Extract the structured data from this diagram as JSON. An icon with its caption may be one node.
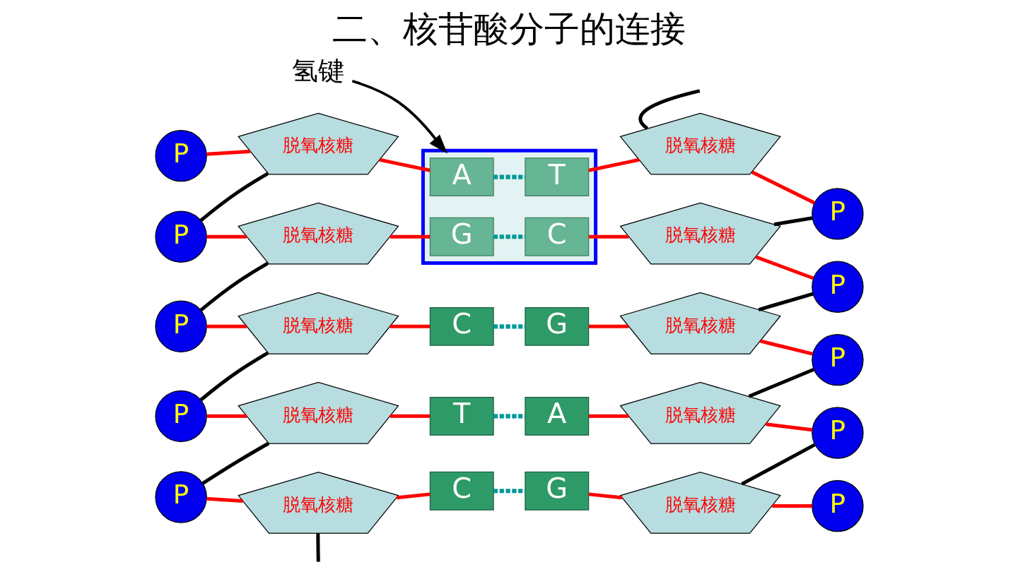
{
  "diagram": {
    "title": "二、核苷酸分子的连接",
    "nodes": [
      {
        "text": [
          "氢键"
        ]
      },
      {
        "text": [],
        "shape": "box"
      },
      {
        "text": [
          "A"
        ],
        "in": 1
      },
      {
        "text": [
          "T"
        ],
        "in": 1
      },
      {
        "text": [
          "G"
        ],
        "in": 1
      },
      {
        "text": [
          "C"
        ],
        "in": 1
      },
      {
        "text": [
          "P"
        ]
      },
      {
        "text": [
          "脱氧核糖"
        ]
      },
      {
        "text": [
          "P"
        ]
      },
      {
        "text": [
          "脱氧核糖"
        ]
      },
      {
        "text": [
          "P"
        ]
      },
      {
        "text": [
          "脱氧核糖"
        ]
      },
      {
        "text": [
          "P"
        ]
      },
      {
        "text": [
          "脱氧核糖"
        ]
      },
      {
        "text": [
          "P"
        ]
      },
      {
        "text": [
          "脱氧核糖"
        ]
      },
      {
        "text": [
          "C"
        ]
      },
      {
        "text": [
          "G"
        ]
      },
      {
        "text": [
          "T"
        ]
      },
      {
        "text": [
          "A"
        ]
      },
      {
        "text": [
          "C"
        ]
      },
      {
        "text": [
          "G"
        ]
      },
      {
        "text": [
          "脱氧核糖"
        ]
      },
      {
        "text": [
          "P"
        ]
      },
      {
        "text": [
          "脱氧核糖"
        ]
      },
      {
        "text": [
          "P"
        ]
      },
      {
        "text": [
          "脱氧核糖"
        ]
      },
      {
        "text": [
          "P"
        ]
      },
      {
        "text": [
          "脱氧核糖"
        ]
      },
      {
        "text": [
          "P"
        ]
      },
      {
        "text": [
          "脱氧核糖"
        ]
      },
      {
        "text": [
          "P"
        ]
      }
    ],
    "edges": [
      {
        "from": 0,
        "to": 1,
        "arrow": "to",
        "color": "#000000"
      },
      {
        "from": 6,
        "to": 7,
        "arrow": "none"
      },
      {
        "from": 7,
        "to": 2,
        "arrow": "none"
      },
      {
        "from": 8,
        "to": 9,
        "arrow": "none"
      },
      {
        "from": 9,
        "to": 4,
        "arrow": "none"
      },
      {
        "from": 10,
        "to": 11,
        "arrow": "none"
      },
      {
        "from": 11,
        "to": 16,
        "arrow": "none"
      },
      {
        "from": 12,
        "to": 13,
        "arrow": "none"
      },
      {
        "from": 13,
        "to": 18,
        "arrow": "none"
      },
      {
        "from": 14,
        "to": 15,
        "arrow": "none"
      },
      {
        "from": 15,
        "to": 20,
        "arrow": "none"
      },
      {
        "from": 2,
        "to": 3,
        "arrow": "none",
        "style": "dashed",
        "color": "#009999"
      },
      {
        "from": 4,
        "to": 5,
        "arrow": "none",
        "style": "dashed",
        "color": "#009999"
      },
      {
        "from": 16,
        "to": 17,
        "arrow": "none",
        "style": "dashed",
        "color": "#009999"
      },
      {
        "from": 18,
        "to": 19,
        "arrow": "none",
        "style": "dashed",
        "color": "#009999"
      },
      {
        "from": 20,
        "to": 21,
        "arrow": "none",
        "style": "dashed",
        "color": "#009999"
      },
      {
        "from": 3,
        "to": 22,
        "arrow": "none"
      },
      {
        "from": 22,
        "to": 23,
        "arrow": "none"
      },
      {
        "from": 5,
        "to": 24,
        "arrow": "none"
      },
      {
        "from": 24,
        "to": 25,
        "arrow": "none"
      },
      {
        "from": 17,
        "to": 26,
        "arrow": "none"
      },
      {
        "from": 26,
        "to": 27,
        "arrow": "none"
      },
      {
        "from": 19,
        "to": 28,
        "arrow": "none"
      },
      {
        "from": 28,
        "to": 29,
        "arrow": "none"
      },
      {
        "from": 21,
        "to": 30,
        "arrow": "none"
      },
      {
        "from": 30,
        "to": 31,
        "arrow": "none"
      },
      {
        "from": 7,
        "to": 8,
        "arrow": "none",
        "color": "#000000"
      },
      {
        "from": 9,
        "to": 10,
        "arrow": "none",
        "color": "#000000"
      },
      {
        "from": 11,
        "to": 12,
        "arrow": "none",
        "color": "#000000"
      },
      {
        "from": 13,
        "to": 14,
        "arrow": "none",
        "color": "#000000"
      },
      {
        "from": 15,
        "to": null,
        "arrow": "none",
        "color": "#000000"
      },
      {
        "from": 22,
        "to": null,
        "arrow": "none",
        "color": "#000000"
      },
      {
        "from": 24,
        "to": 23,
        "arrow": "none",
        "color": "#000000"
      },
      {
        "from": 26,
        "to": 25,
        "arrow": "none",
        "color": "#000000"
      },
      {
        "from": 28,
        "to": 27,
        "arrow": "none",
        "color": "#000000"
      },
      {
        "from": 30,
        "to": 29,
        "arrow": "none",
        "color": "#000000"
      }
    ]
  }
}
